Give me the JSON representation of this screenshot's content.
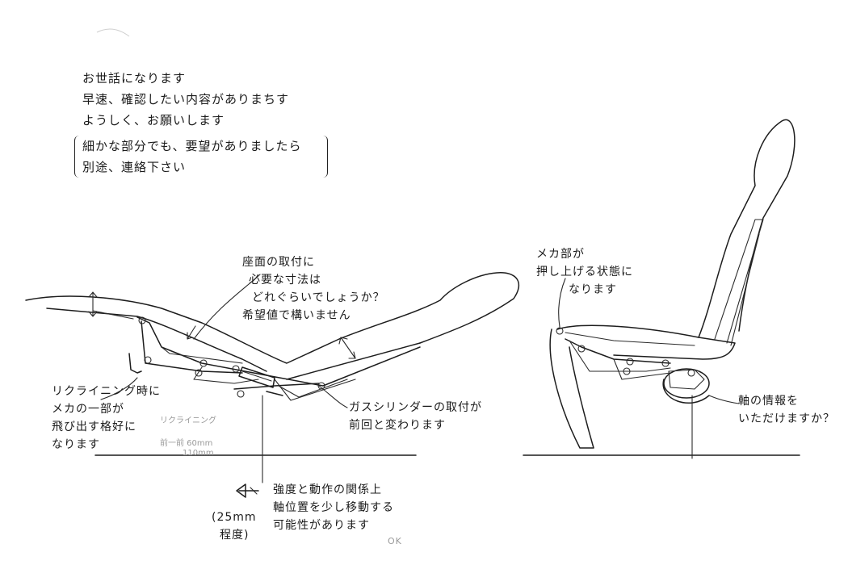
{
  "header_note": {
    "lines": [
      "お世話になります",
      "早速、確認したい内容がありまちす",
      "ようしく、お願いします"
    ]
  },
  "request_note": {
    "lines": [
      "細かな部分でも、要望がありましたら",
      "別途、連絡下さい"
    ]
  },
  "seat_dimension_note": {
    "lines": [
      "座面の取付に",
      "必要な寸法は",
      "どれぐらいでしょうか？",
      "希望値で構いません"
    ]
  },
  "recline_note": {
    "lines": [
      "リクライニング時に",
      "メカの一部が",
      "飛び出す格好に",
      "なります"
    ]
  },
  "gas_cylinder_note": {
    "lines": [
      "ガスシリンダーの取付が",
      "前回と変わります"
    ]
  },
  "faint_note": {
    "lines": [
      "リクライニング",
      "前一前 60mm",
      "110mm"
    ]
  },
  "strength_note": {
    "lines": [
      "強度と動作の関係上",
      "軸位置を少し移動する",
      "可能性があります"
    ]
  },
  "offset_note": {
    "lines": [
      "(25mm",
      "程度)"
    ]
  },
  "mecha_note": {
    "lines": [
      "メカ部が",
      "押し上げる状態に",
      "なります"
    ]
  },
  "axis_note": {
    "lines": [
      "軸の情報を",
      "いただけますか？"
    ]
  },
  "stamp": {
    "text": "OK"
  }
}
